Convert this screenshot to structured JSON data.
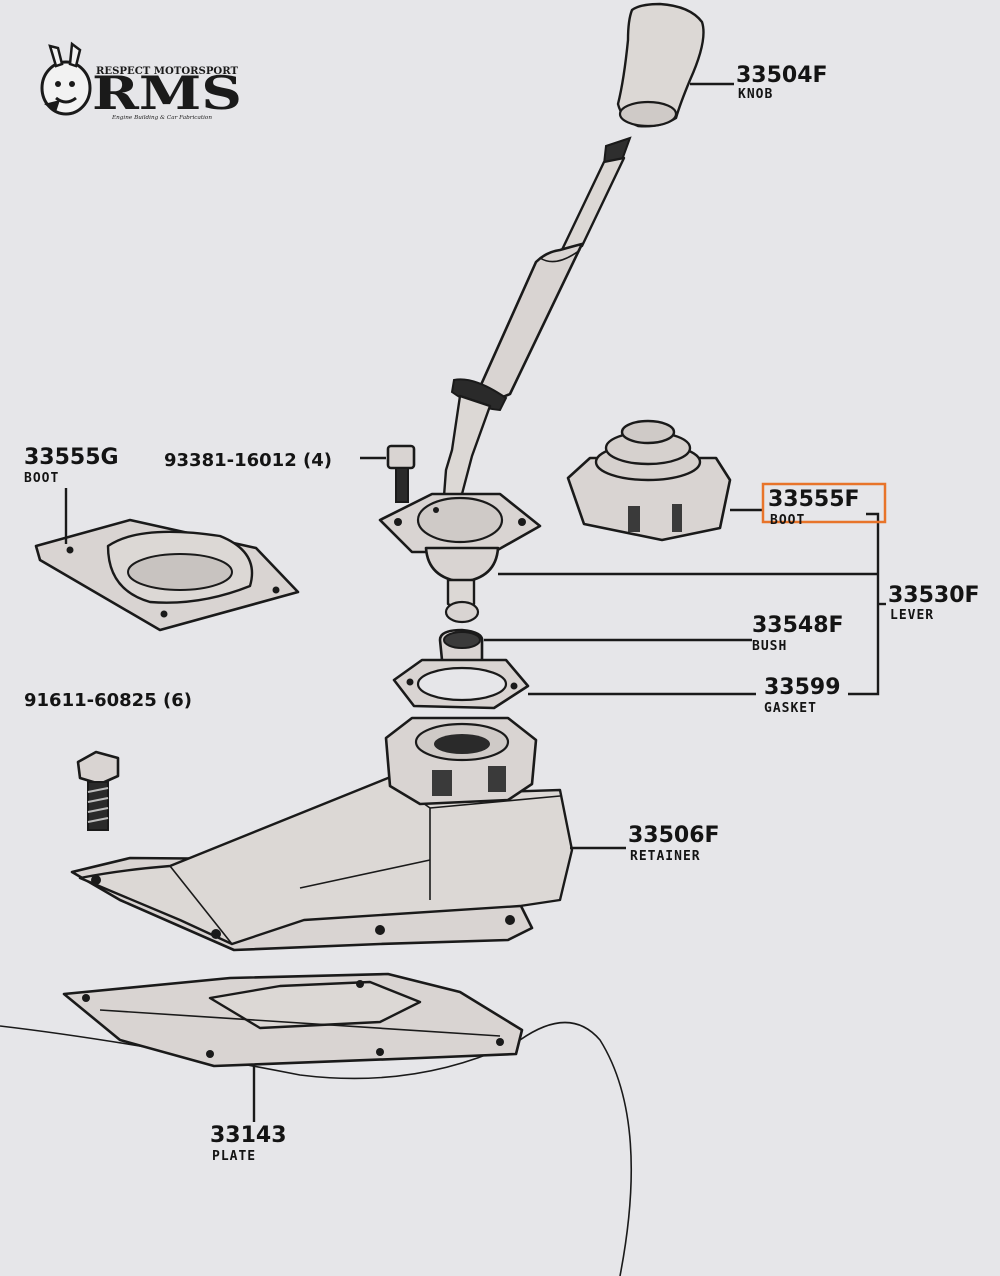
{
  "logo": {
    "big": "RMS",
    "small": "RESPECT MOTORSPORT",
    "tiny": "Engine Building & Car Fabrication"
  },
  "highlight_color": "#e8742a",
  "parts": [
    {
      "key": "knob",
      "number": "33504F",
      "desc": "KNOB"
    },
    {
      "key": "boot-g",
      "number": "33555G",
      "desc": "BOOT"
    },
    {
      "key": "bolt-a",
      "number": "93381-16012 (4)",
      "desc": ""
    },
    {
      "key": "boot-f",
      "number": "33555F",
      "desc": "BOOT"
    },
    {
      "key": "lever",
      "number": "33530F",
      "desc": "LEVER"
    },
    {
      "key": "bush",
      "number": "33548F",
      "desc": "BUSH"
    },
    {
      "key": "gasket",
      "number": "33599",
      "desc": "GASKET"
    },
    {
      "key": "bolt-b",
      "number": "91611-60825 (6)",
      "desc": ""
    },
    {
      "key": "retainer",
      "number": "33506F",
      "desc": "RETAINER"
    },
    {
      "key": "plate",
      "number": "33143",
      "desc": "PLATE"
    }
  ]
}
